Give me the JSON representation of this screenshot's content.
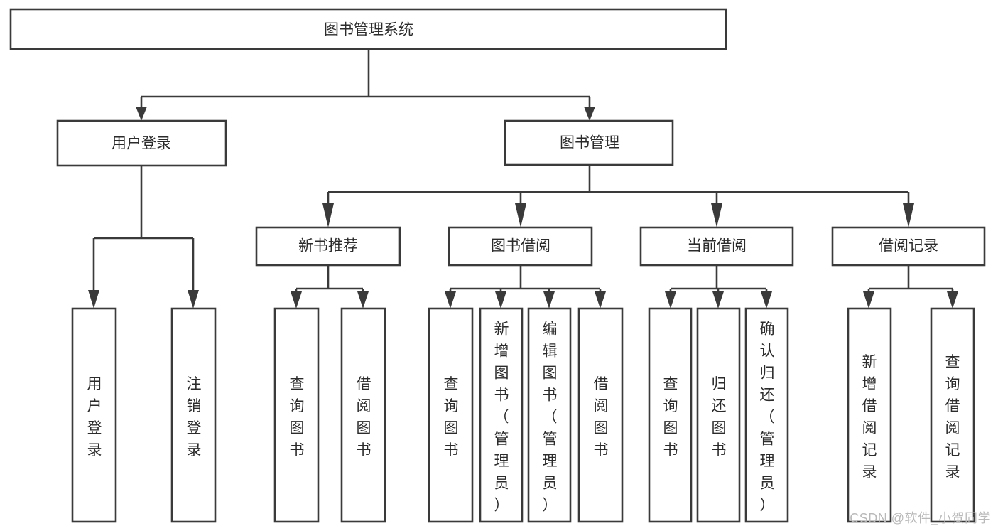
{
  "diagram": {
    "type": "tree",
    "title": "图书管理系统",
    "root": {
      "id": "root",
      "label": "图书管理系统",
      "orientation": "horizontal"
    },
    "level2": [
      {
        "id": "user-login",
        "label": "用户登录",
        "orientation": "horizontal"
      },
      {
        "id": "book-manage",
        "label": "图书管理",
        "orientation": "horizontal"
      }
    ],
    "level3": [
      {
        "id": "new-book-recommend",
        "label": "新书推荐",
        "orientation": "horizontal",
        "parent": "book-manage"
      },
      {
        "id": "book-borrow",
        "label": "图书借阅",
        "orientation": "horizontal",
        "parent": "book-manage"
      },
      {
        "id": "current-borrow",
        "label": "当前借阅",
        "orientation": "horizontal",
        "parent": "book-manage"
      },
      {
        "id": "borrow-record",
        "label": "借阅记录",
        "orientation": "horizontal",
        "parent": "book-manage"
      }
    ],
    "leaves": [
      {
        "id": "leaf-user-login",
        "label": "用户登录",
        "orientation": "vertical",
        "parent": "user-login"
      },
      {
        "id": "leaf-user-logout",
        "label": "注销登录",
        "orientation": "vertical",
        "parent": "user-login"
      },
      {
        "id": "leaf-query-book-1",
        "label": "查询图书",
        "orientation": "vertical",
        "parent": "new-book-recommend"
      },
      {
        "id": "leaf-borrow-book-1",
        "label": "借阅图书",
        "orientation": "vertical",
        "parent": "new-book-recommend"
      },
      {
        "id": "leaf-query-book-2",
        "label": "查询图书",
        "orientation": "vertical",
        "parent": "book-borrow"
      },
      {
        "id": "leaf-add-book",
        "label": "新增图书（管理员）",
        "orientation": "vertical",
        "parent": "book-borrow"
      },
      {
        "id": "leaf-edit-book",
        "label": "编辑图书（管理员）",
        "orientation": "vertical",
        "parent": "book-borrow"
      },
      {
        "id": "leaf-borrow-book-2",
        "label": "借阅图书",
        "orientation": "vertical",
        "parent": "book-borrow"
      },
      {
        "id": "leaf-query-book-3",
        "label": "查询图书",
        "orientation": "vertical",
        "parent": "current-borrow"
      },
      {
        "id": "leaf-return-book",
        "label": "归还图书",
        "orientation": "vertical",
        "parent": "current-borrow"
      },
      {
        "id": "leaf-confirm-return",
        "label": "确认归还（管理员）",
        "orientation": "vertical",
        "parent": "current-borrow"
      },
      {
        "id": "leaf-add-record",
        "label": "新增借阅记录",
        "orientation": "vertical",
        "parent": "borrow-record"
      },
      {
        "id": "leaf-query-record",
        "label": "查询借阅记录",
        "orientation": "vertical",
        "parent": "borrow-record"
      }
    ],
    "colors": {
      "stroke": "#3a3a3a",
      "fill": "#ffffff",
      "text": "#2b2b2b",
      "watermark": "#b9b9b9"
    }
  },
  "watermark": {
    "label": "CSDN @软件_小贺同学"
  }
}
